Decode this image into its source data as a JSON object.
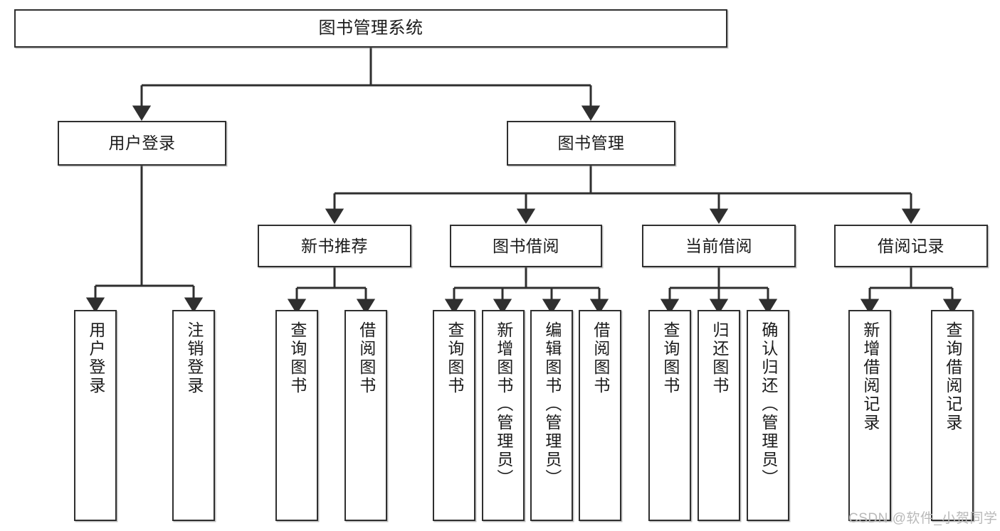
{
  "diagram": {
    "title": "图书管理系统",
    "type": "hierarchy-tree",
    "colors": {
      "box_border": "#2f2f2f",
      "box_fill": "#ffffff",
      "line": "#2f2f2f",
      "text": "#1b1b1b",
      "watermark": "#b9b9b9"
    },
    "root": {
      "label": "图书管理系统"
    },
    "level2": [
      {
        "label": "用户登录"
      },
      {
        "label": "图书管理"
      }
    ],
    "level3": [
      {
        "label": "新书推荐"
      },
      {
        "label": "图书借阅"
      },
      {
        "label": "当前借阅"
      },
      {
        "label": "借阅记录"
      }
    ],
    "leaves": {
      "user_login": [
        {
          "label": "用户登录"
        },
        {
          "label": "注销登录"
        }
      ],
      "new_book_recommend": [
        {
          "label": "查询图书"
        },
        {
          "label": "借阅图书"
        }
      ],
      "book_borrow": [
        {
          "label": "查询图书"
        },
        {
          "label": "新增图书（管理员）"
        },
        {
          "label": "编辑图书（管理员）"
        },
        {
          "label": "借阅图书"
        }
      ],
      "current_borrow": [
        {
          "label": "查询图书"
        },
        {
          "label": "归还图书"
        },
        {
          "label": "确认归还（管理员）"
        }
      ],
      "borrow_record": [
        {
          "label": "新增借阅记录"
        },
        {
          "label": "查询借阅记录"
        }
      ]
    }
  },
  "watermark": {
    "text": "CSDN @软件_小贺同学"
  }
}
